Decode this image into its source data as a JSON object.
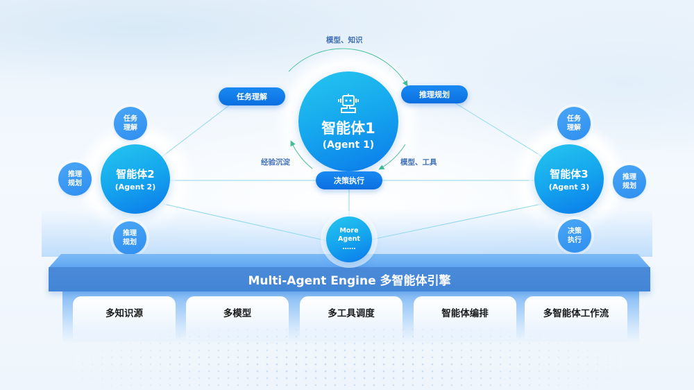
{
  "diagram": {
    "center_agent": {
      "icon": "robot-icon",
      "name": "智能体1",
      "subtitle": "(Agent 1)"
    },
    "cycle": {
      "pills": [
        {
          "id": "task",
          "label": "任务理解"
        },
        {
          "id": "plan",
          "label": "推理规划"
        },
        {
          "id": "exec",
          "label": "决策执行"
        }
      ],
      "arc_labels": {
        "top": "模型、知识",
        "right": "模型、工具",
        "left": "经验沉淀"
      }
    },
    "agent2": {
      "name": "智能体2",
      "subtitle": "(Agent 2)",
      "sub_nodes": [
        {
          "line1": "任务",
          "line2": "理解"
        },
        {
          "line1": "推理",
          "line2": "规划"
        },
        {
          "line1": "推理",
          "line2": "规划"
        }
      ]
    },
    "agent3": {
      "name": "智能体3",
      "subtitle": "(Agent 3)",
      "sub_nodes": [
        {
          "line1": "任务",
          "line2": "理解"
        },
        {
          "line1": "推理",
          "line2": "规划"
        },
        {
          "line1": "决策",
          "line2": "执行"
        }
      ]
    },
    "more_agent": {
      "line1": "More",
      "line2": "Agent",
      "line3": "……"
    }
  },
  "engine": {
    "title": "Multi-Agent Engine 多智能体引擎",
    "capabilities": [
      "多知识源",
      "多模型",
      "多工具调度",
      "智能体编排",
      "多智能体工作流"
    ]
  },
  "colors": {
    "circle_gradient_start": "#25c6ef",
    "circle_gradient_end": "#0a78ea",
    "pill_blue": "#0a6fe0",
    "sub_node_blue": "#3a97f2",
    "engine_bar": "#4385d6",
    "engine_bevel": "#6aaef4",
    "connector_line": "#8fd8ec",
    "arc_arrow": "#3fbf94",
    "arc_label_text": "#3f6fb8",
    "card_text": "#1a1a1a"
  }
}
